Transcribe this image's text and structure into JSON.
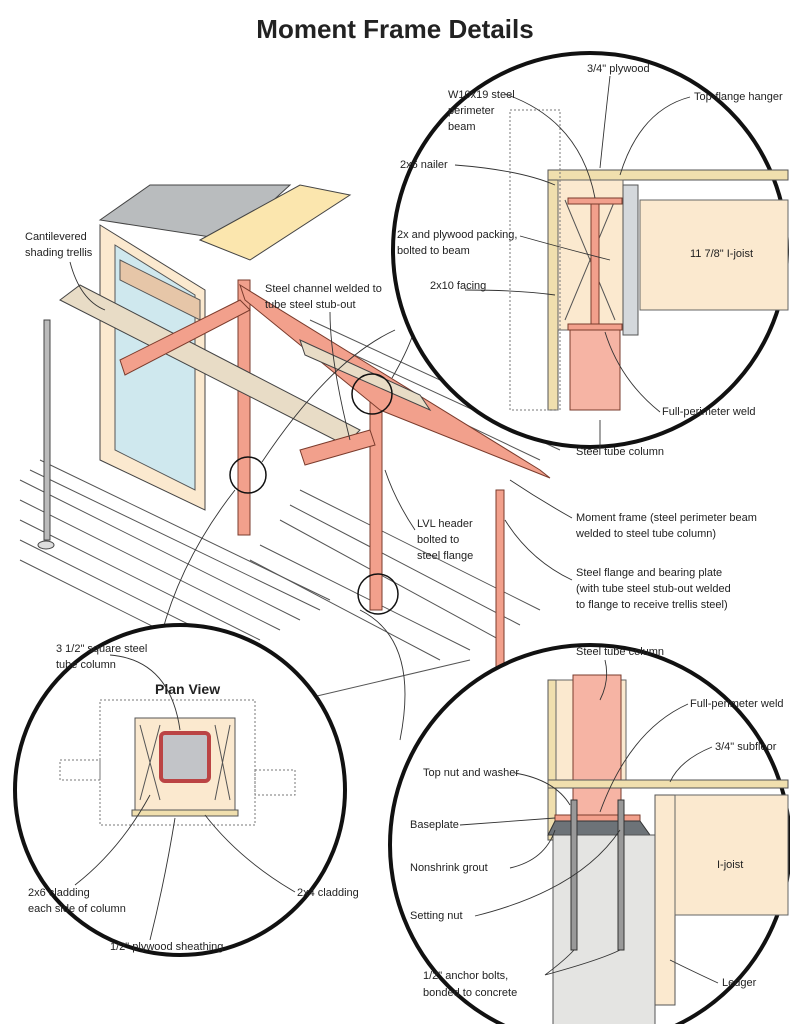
{
  "title": "Moment Frame Details",
  "overview_labels": {
    "trellis": [
      "Cantilevered",
      "shading trellis"
    ],
    "channel": [
      "Steel channel welded to",
      "tube steel stub-out"
    ],
    "lvl": [
      "LVL header",
      "bolted to",
      "steel flange"
    ],
    "moment_frame": [
      "Moment frame (steel perimeter beam",
      "welded to steel tube column)"
    ],
    "flange_plate": [
      "Steel flange and bearing plate",
      "(with tube steel stub-out welded",
      "to flange to receive trellis steel)"
    ]
  },
  "top_detail": {
    "plywood": "3/4\" plywood",
    "beam": [
      "W10x19 steel",
      "perimeter",
      "beam"
    ],
    "hanger": "Top-flange hanger",
    "nailer": "2x6 nailer",
    "packing": [
      "2x and plywood packing,",
      "bolted to beam"
    ],
    "ijoist": "11 7/8\" I-joist",
    "facing": "2x10 facing",
    "weld": "Full-perimeter weld",
    "column": "Steel tube column"
  },
  "plan_view": {
    "heading": "Plan View",
    "column": [
      "3 1/2\" square steel",
      "tube column"
    ],
    "cladding_2x6": [
      "2x6 cladding",
      "each side of column"
    ],
    "cladding_2x4": "2x4 cladding",
    "sheathing": "1/2\" plywood sheathing"
  },
  "base_detail": {
    "column": "Steel tube column",
    "weld": "Full-perimeter weld",
    "subfloor": "3/4\" subfloor",
    "top_nut": "Top nut and washer",
    "baseplate": "Baseplate",
    "grout": "Nonshrink grout",
    "ijoist": "I-joist",
    "setting_nut": "Setting nut",
    "anchor": [
      "1/2\" anchor bolts,",
      "bonded to concrete"
    ],
    "ledger": "Ledger"
  },
  "colors": {
    "steel": "#f2a08c",
    "wood": "#fbe9cf",
    "glass": "#cfe8ee",
    "concrete": "#e4e4e2",
    "grout": "#6d7378"
  }
}
